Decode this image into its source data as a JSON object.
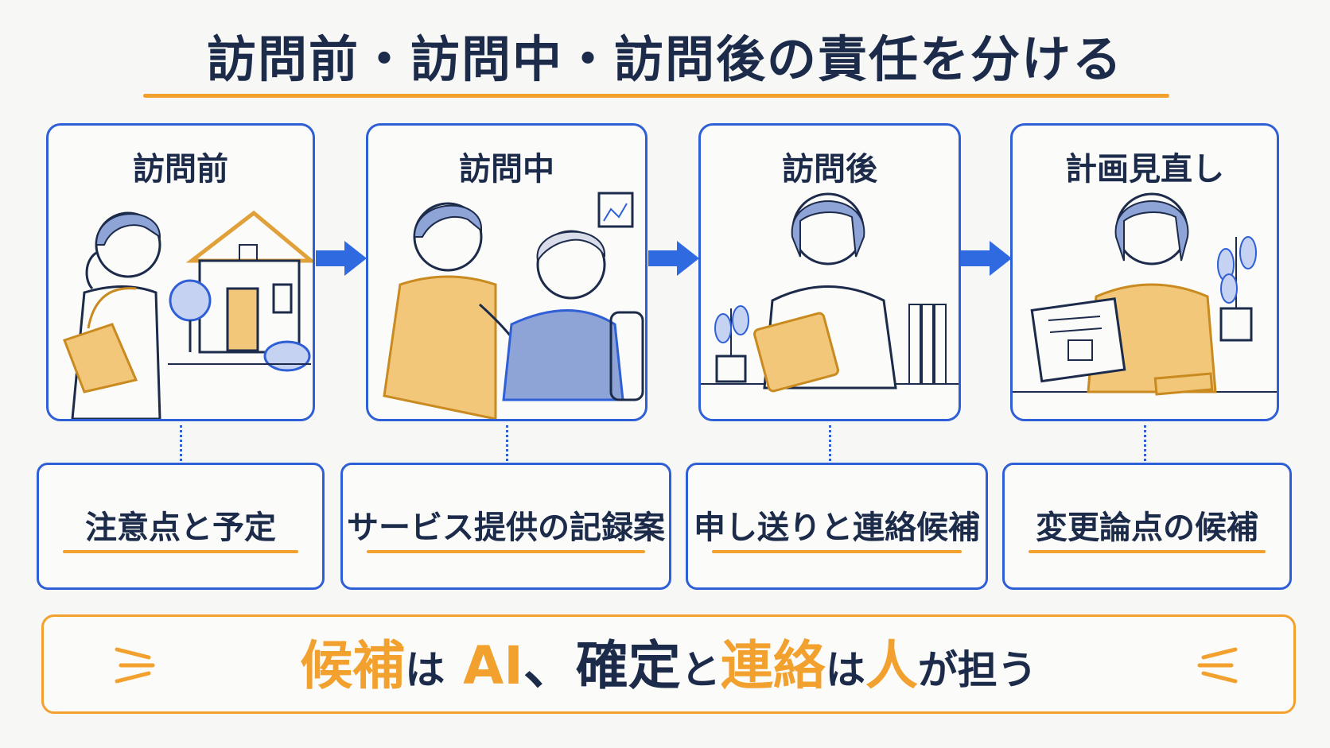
{
  "title": "訪問前・訪問中・訪問後の責任を分ける",
  "stages": [
    {
      "label": "訪問前",
      "note": "注意点と予定"
    },
    {
      "label": "訪問中",
      "note": "サービス提供の記録案"
    },
    {
      "label": "訪問後",
      "note": "申し送りと連絡候補"
    },
    {
      "label": "計画見直し",
      "note": "変更論点の候補"
    }
  ],
  "banner": {
    "part1": "候補",
    "part2": "は",
    "part3": "AI",
    "part4": "、確定",
    "part5": "と",
    "part6": "連絡",
    "part7": "は",
    "part8": "人",
    "part9": "が担う"
  },
  "colors": {
    "accent_blue": "#2f5fd6",
    "accent_orange": "#f2a12e",
    "text_navy": "#1c2b4a"
  },
  "icons": [
    "right-arrow-icon",
    "sparkle-left-icon",
    "sparkle-right-icon"
  ]
}
